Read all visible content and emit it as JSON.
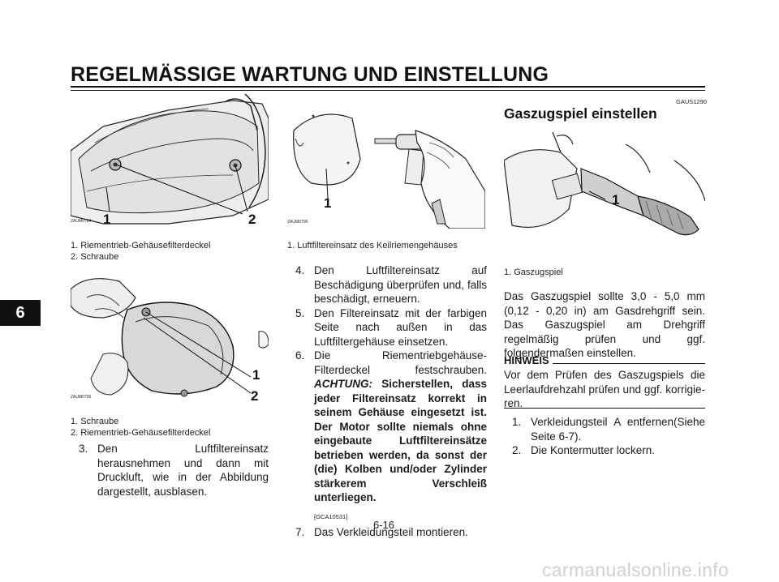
{
  "header": {
    "title": "REGELMÄSSIGE WARTUNG UND EINSTELLUNG"
  },
  "chapter_tab": "6",
  "figures": {
    "fig1": {
      "code": "ZAUM0704",
      "callouts": [
        "1",
        "2"
      ]
    },
    "fig2": {
      "code": "ZAUM0706",
      "callouts": [
        "1"
      ]
    },
    "fig3": {
      "code": "ZAUM0705",
      "callouts": [
        "1",
        "2"
      ]
    },
    "fig4": {
      "callouts": [
        "1"
      ]
    }
  },
  "captions": {
    "fig1": [
      "1. Riementrieb-Gehäusefilterdeckel",
      "2. Schraube"
    ],
    "fig2": [
      "1. Luftfiltereinsatz des Keilriemengehäuses"
    ],
    "fig3": [
      "1. Schraube",
      "2. Riementrieb-Gehäusefilterdeckel"
    ],
    "fig4": [
      "1. Gaszugspiel"
    ]
  },
  "column1": {
    "step3": {
      "num": "3.",
      "text": "Den Luftfiltereinsatz herausnehmen und dann mit Druckluft, wie in der Abbildung dargestellt, ausblasen."
    }
  },
  "column2": {
    "step4": {
      "num": "4.",
      "text": "Den Luftfiltereinsatz auf Beschädigung überprüfen und, falls beschädigt, erneuern."
    },
    "step5": {
      "num": "5.",
      "text": "Den Filtereinsatz mit der farbigen Seite nach außen in das Luftfiltergehäuse einsetzen."
    },
    "step6": {
      "num": "6.",
      "text": "Die Riementriebgehäuse-Filterdeckel festschrauben.",
      "warning_label": "ACHTUNG:",
      "warning_text": "Sichers­tellen, dass jeder Filtereinsatz korrekt in seinem Gehäuse einge­setzt ist. Der Motor sollte niemals ohne eingebaute Luftfiltereinsätze betrieben werden, da sonst der (die) Kolben und/oder Zylinder stärkerem Verschleiß unterliegen.",
      "code": "[GCA10531]"
    },
    "step7": {
      "num": "7.",
      "text": "Das Verkleidungsteil montieren."
    }
  },
  "column3": {
    "section_code": "GAUS1290",
    "section_title": "Gaszugspiel einstellen",
    "paragraph": "Das Gaszugspiel sollte 3,0 - 5,0 mm (0,12 - 0,20 in) am Gasdrehgriff sein. Das Gaszugspiel am Drehgriff regelmäßig prüfen und ggf. folgendermaßen einstellen.",
    "hinweis_label": "HINWEIS",
    "hinweis_text": "Vor dem Prüfen des Gaszugspiels die Leerlaufdrehzahl prüfen und ggf. korrigie­ren.",
    "step1": {
      "num": "1.",
      "text": "Verkleidungsteil A entfernen(Siehe Seite 6-7)."
    },
    "step2": {
      "num": "2.",
      "text": "Die Kontermutter lockern."
    }
  },
  "page_number": "6-16",
  "watermark": "carmanualsonline.info"
}
